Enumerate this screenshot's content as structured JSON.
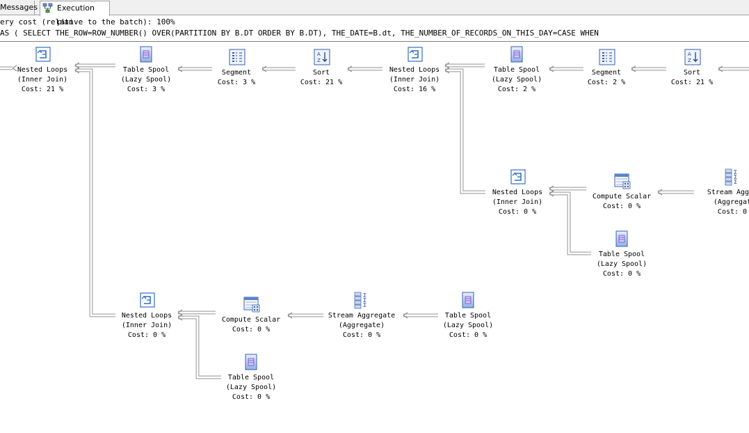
{
  "tabs": [
    {
      "label": "Messages",
      "active": false
    },
    {
      "label": "Execution plan",
      "active": true,
      "icon": "execution-plan-icon"
    }
  ],
  "header": {
    "query_cost": "ery cost (relative to the batch): 100%",
    "query_text": "AS ( SELECT THE_ROW=ROW_NUMBER() OVER(PARTITION BY B.DT ORDER BY B.DT), THE_DATE=B.dt, THE_NUMBER_OF_RECORDS_ON_THIS_DAY=CASE WHEN"
  },
  "nodes": [
    {
      "id": "n1",
      "op": "Nested Loops",
      "sub": "(Inner Join)",
      "cost": "Cost: 21 %",
      "icon": "nested-loops-icon"
    },
    {
      "id": "n2",
      "op": "Table Spool",
      "sub": "(Lazy Spool)",
      "cost": "Cost: 3 %",
      "icon": "table-spool-icon"
    },
    {
      "id": "n3",
      "op": "Segment",
      "sub": "",
      "cost": "Cost: 3 %",
      "icon": "segment-icon"
    },
    {
      "id": "n4",
      "op": "Sort",
      "sub": "",
      "cost": "Cost: 21 %",
      "icon": "sort-icon"
    },
    {
      "id": "n5",
      "op": "Nested Loops",
      "sub": "(Inner Join)",
      "cost": "Cost: 16 %",
      "icon": "nested-loops-icon"
    },
    {
      "id": "n6",
      "op": "Table Spool",
      "sub": "(Lazy Spool)",
      "cost": "Cost: 2 %",
      "icon": "table-spool-icon"
    },
    {
      "id": "n7",
      "op": "Segment",
      "sub": "",
      "cost": "Cost: 2 %",
      "icon": "segment-icon"
    },
    {
      "id": "n8",
      "op": "Sort",
      "sub": "",
      "cost": "Cost: 21 %",
      "icon": "sort-icon"
    },
    {
      "id": "n9",
      "op": "Nested Loops",
      "sub": "(Inner Join)",
      "cost": "Cost: 0 %",
      "icon": "nested-loops-icon"
    },
    {
      "id": "n10",
      "op": "Compute Scalar",
      "sub": "",
      "cost": "Cost: 0 %",
      "icon": "compute-scalar-icon"
    },
    {
      "id": "n11",
      "op": "Stream Aggre",
      "sub": "(Aggregat",
      "cost": "Cost: 0",
      "icon": "stream-aggregate-icon"
    },
    {
      "id": "n12",
      "op": "Table Spool",
      "sub": "(Lazy Spool)",
      "cost": "Cost: 0 %",
      "icon": "table-spool-icon"
    },
    {
      "id": "n13",
      "op": "Nested Loops",
      "sub": "(Inner Join)",
      "cost": "Cost: 0 %",
      "icon": "nested-loops-icon"
    },
    {
      "id": "n14",
      "op": "Compute Scalar",
      "sub": "",
      "cost": "Cost: 0 %",
      "icon": "compute-scalar-icon"
    },
    {
      "id": "n15",
      "op": "Stream Aggregate",
      "sub": "(Aggregate)",
      "cost": "Cost: 0 %",
      "icon": "stream-aggregate-icon"
    },
    {
      "id": "n16",
      "op": "Table Spool",
      "sub": "(Lazy Spool)",
      "cost": "Cost: 0 %",
      "icon": "table-spool-icon"
    },
    {
      "id": "n17",
      "op": "Table Spool",
      "sub": "(Lazy Spool)",
      "cost": "Cost: 0 %",
      "icon": "table-spool-icon"
    }
  ]
}
